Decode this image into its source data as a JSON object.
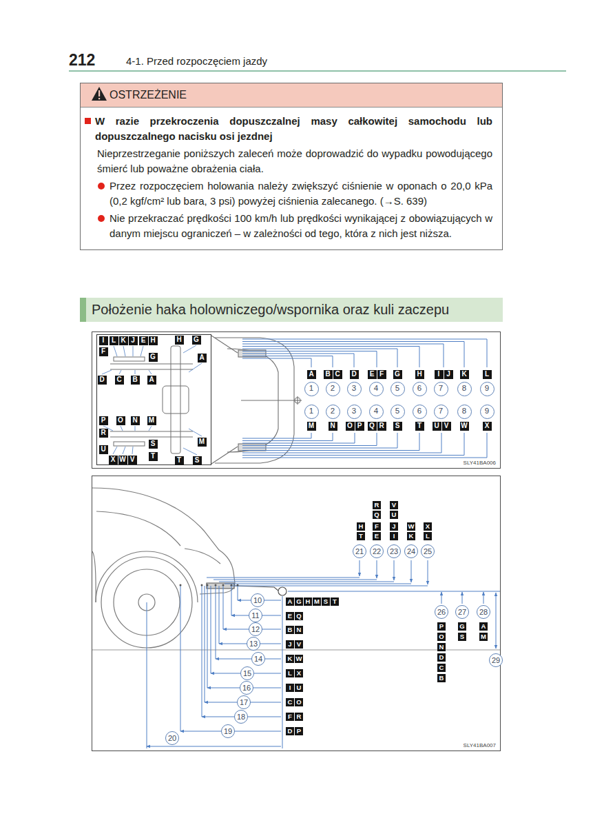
{
  "diagram": {
    "title": "Położenie haka holowniczego/wspornika oraz kuli zaczepu",
    "nodes": [
      {
        "text": [
          "OSTRZEŻENIE",
          "W razie przekroczenia dopuszczalnej masy całkowitej samochodu lub dopuszczalnego nacisku osi jezdnej",
          "Nieprzestrzeganie poniższych zaleceń może doprowadzić do wypadku powodującego śmierć lub poważne obrażenia ciała.",
          "Przez rozpoczęciem holowania należy zwiększyć ciśnienie w oponach o 20,0 kPa (0,2 kgf/cm² lub bara, 3 psi) powyżej ciśnienia zalecanego. (→S. 639)",
          "Nie przekraczać prędkości 100 km/h lub prędkości wynikającej z obowiązujących w danym miejscu ograniczeń – w zależności od tego, która z nich jest niższa."
        ]
      },
      {
        "text": [
          "SLY41BA006"
        ]
      },
      {
        "text": [
          "I"
        ],
        "in": 1
      },
      {
        "text": [
          "L"
        ],
        "in": 1
      },
      {
        "text": [
          "K"
        ],
        "in": 1
      },
      {
        "text": [
          "J"
        ],
        "in": 1
      },
      {
        "text": [
          "E"
        ],
        "in": 1
      },
      {
        "text": [
          "H"
        ],
        "in": 1
      },
      {
        "text": [
          "H"
        ],
        "in": 1
      },
      {
        "text": [
          "G"
        ],
        "in": 1
      },
      {
        "text": [
          "F"
        ],
        "in": 1
      },
      {
        "text": [
          "G"
        ],
        "in": 1
      },
      {
        "text": [
          "A"
        ],
        "in": 1
      },
      {
        "text": [
          "D"
        ],
        "in": 1
      },
      {
        "text": [
          "C"
        ],
        "in": 1
      },
      {
        "text": [
          "B"
        ],
        "in": 1
      },
      {
        "text": [
          "A"
        ],
        "in": 1
      },
      {
        "text": [
          "A"
        ],
        "in": 1
      },
      {
        "text": [
          "B"
        ],
        "in": 1
      },
      {
        "text": [
          "C"
        ],
        "in": 1
      },
      {
        "text": [
          "D"
        ],
        "in": 1
      },
      {
        "text": [
          "E"
        ],
        "in": 1
      },
      {
        "text": [
          "F"
        ],
        "in": 1
      },
      {
        "text": [
          "G"
        ],
        "in": 1
      },
      {
        "text": [
          "H"
        ],
        "in": 1
      },
      {
        "text": [
          "I"
        ],
        "in": 1
      },
      {
        "text": [
          "J"
        ],
        "in": 1
      },
      {
        "text": [
          "K"
        ],
        "in": 1
      },
      {
        "text": [
          "L"
        ],
        "in": 1
      },
      {
        "text": [
          "1"
        ],
        "in": 1
      },
      {
        "text": [
          "2"
        ],
        "in": 1
      },
      {
        "text": [
          "3"
        ],
        "in": 1
      },
      {
        "text": [
          "4"
        ],
        "in": 1
      },
      {
        "text": [
          "5"
        ],
        "in": 1
      },
      {
        "text": [
          "6"
        ],
        "in": 1
      },
      {
        "text": [
          "7"
        ],
        "in": 1
      },
      {
        "text": [
          "8"
        ],
        "in": 1
      },
      {
        "text": [
          "9"
        ],
        "in": 1
      },
      {
        "text": [
          "1"
        ],
        "in": 1
      },
      {
        "text": [
          "2"
        ],
        "in": 1
      },
      {
        "text": [
          "3"
        ],
        "in": 1
      },
      {
        "text": [
          "4"
        ],
        "in": 1
      },
      {
        "text": [
          "5"
        ],
        "in": 1
      },
      {
        "text": [
          "6"
        ],
        "in": 1
      },
      {
        "text": [
          "7"
        ],
        "in": 1
      },
      {
        "text": [
          "8"
        ],
        "in": 1
      },
      {
        "text": [
          "9"
        ],
        "in": 1
      },
      {
        "text": [
          "P"
        ],
        "in": 1
      },
      {
        "text": [
          "O"
        ],
        "in": 1
      },
      {
        "text": [
          "N"
        ],
        "in": 1
      },
      {
        "text": [
          "M"
        ],
        "in": 1
      },
      {
        "text": [
          "M"
        ],
        "in": 1
      },
      {
        "text": [
          "N"
        ],
        "in": 1
      },
      {
        "text": [
          "O"
        ],
        "in": 1
      },
      {
        "text": [
          "P"
        ],
        "in": 1
      },
      {
        "text": [
          "Q"
        ],
        "in": 1
      },
      {
        "text": [
          "R"
        ],
        "in": 1
      },
      {
        "text": [
          "S"
        ],
        "in": 1
      },
      {
        "text": [
          "T"
        ],
        "in": 1
      },
      {
        "text": [
          "U"
        ],
        "in": 1
      },
      {
        "text": [
          "V"
        ],
        "in": 1
      },
      {
        "text": [
          "W"
        ],
        "in": 1
      },
      {
        "text": [
          "X"
        ],
        "in": 1
      },
      {
        "text": [
          "R"
        ],
        "in": 1
      },
      {
        "text": [
          "M"
        ],
        "in": 1
      },
      {
        "text": [
          "S"
        ],
        "in": 1
      },
      {
        "text": [
          "U"
        ],
        "in": 1
      },
      {
        "text": [
          "T"
        ],
        "in": 1
      },
      {
        "text": [
          "X"
        ],
        "in": 1
      },
      {
        "text": [
          "W"
        ],
        "in": 1
      },
      {
        "text": [
          "V"
        ],
        "in": 1
      },
      {
        "text": [
          "T"
        ],
        "in": 1
      },
      {
        "text": [
          "S"
        ],
        "in": 1
      },
      {
        "text": [
          "SLY41BA007"
        ]
      },
      {
        "text": [
          "R"
        ],
        "in": 73
      },
      {
        "text": [
          "V"
        ],
        "in": 73
      },
      {
        "text": [
          "Q"
        ],
        "in": 73
      },
      {
        "text": [
          "U"
        ],
        "in": 73
      },
      {
        "text": [
          "H"
        ],
        "in": 73
      },
      {
        "text": [
          "F"
        ],
        "in": 73
      },
      {
        "text": [
          "J"
        ],
        "in": 73
      },
      {
        "text": [
          "W"
        ],
        "in": 73
      },
      {
        "text": [
          "X"
        ],
        "in": 73
      },
      {
        "text": [
          "T"
        ],
        "in": 73
      },
      {
        "text": [
          "E"
        ],
        "in": 73
      },
      {
        "text": [
          "I"
        ],
        "in": 73
      },
      {
        "text": [
          "K"
        ],
        "in": 73
      },
      {
        "text": [
          "L"
        ],
        "in": 73
      },
      {
        "text": [
          "21"
        ],
        "in": 73
      },
      {
        "text": [
          "22"
        ],
        "in": 73
      },
      {
        "text": [
          "23"
        ],
        "in": 73
      },
      {
        "text": [
          "24"
        ],
        "in": 73
      },
      {
        "text": [
          "25"
        ],
        "in": 73
      },
      {
        "text": [
          "10"
        ],
        "in": 73
      },
      {
        "text": [
          "A"
        ],
        "in": 73
      },
      {
        "text": [
          "G"
        ],
        "in": 73
      },
      {
        "text": [
          "H"
        ],
        "in": 73
      },
      {
        "text": [
          "M"
        ],
        "in": 73
      },
      {
        "text": [
          "S"
        ],
        "in": 73
      },
      {
        "text": [
          "T"
        ],
        "in": 73
      },
      {
        "text": [
          "26"
        ],
        "in": 73
      },
      {
        "text": [
          "27"
        ],
        "in": 73
      },
      {
        "text": [
          "28"
        ],
        "in": 73
      },
      {
        "text": [
          "11"
        ],
        "in": 73
      },
      {
        "text": [
          "E"
        ],
        "in": 73
      },
      {
        "text": [
          "Q"
        ],
        "in": 73
      },
      {
        "text": [
          "P"
        ],
        "in": 73
      },
      {
        "text": [
          "G"
        ],
        "in": 73
      },
      {
        "text": [
          "A"
        ],
        "in": 73
      },
      {
        "text": [
          "12"
        ],
        "in": 73
      },
      {
        "text": [
          "B"
        ],
        "in": 73
      },
      {
        "text": [
          "N"
        ],
        "in": 73
      },
      {
        "text": [
          "O"
        ],
        "in": 73
      },
      {
        "text": [
          "S"
        ],
        "in": 73
      },
      {
        "text": [
          "M"
        ],
        "in": 73
      },
      {
        "text": [
          "13"
        ],
        "in": 73
      },
      {
        "text": [
          "J"
        ],
        "in": 73
      },
      {
        "text": [
          "V"
        ],
        "in": 73
      },
      {
        "text": [
          "N"
        ],
        "in": 73
      },
      {
        "text": [
          "D"
        ],
        "in": 73
      },
      {
        "text": [
          "14"
        ],
        "in": 73
      },
      {
        "text": [
          "K"
        ],
        "in": 73
      },
      {
        "text": [
          "W"
        ],
        "in": 73
      },
      {
        "text": [
          "29"
        ],
        "in": 73
      },
      {
        "text": [
          "C"
        ],
        "in": 73
      },
      {
        "text": [
          "15"
        ],
        "in": 73
      },
      {
        "text": [
          "L"
        ],
        "in": 73
      },
      {
        "text": [
          "X"
        ],
        "in": 73
      },
      {
        "text": [
          "B"
        ],
        "in": 73
      },
      {
        "text": [
          "16"
        ],
        "in": 73
      },
      {
        "text": [
          "I"
        ],
        "in": 73
      },
      {
        "text": [
          "U"
        ],
        "in": 73
      },
      {
        "text": [
          "17"
        ],
        "in": 73
      },
      {
        "text": [
          "C"
        ],
        "in": 73
      },
      {
        "text": [
          "O"
        ],
        "in": 73
      },
      {
        "text": [
          "18"
        ],
        "in": 73
      },
      {
        "text": [
          "F"
        ],
        "in": 73
      },
      {
        "text": [
          "R"
        ],
        "in": 73
      },
      {
        "text": [
          "19"
        ],
        "in": 73
      },
      {
        "text": [
          "D"
        ],
        "in": 73
      },
      {
        "text": [
          "P"
        ],
        "in": 73
      },
      {
        "text": [
          "20"
        ],
        "in": 73
      }
    ],
    "labels": [
      "212",
      "4-1. Przed rozpoczęciem jazdy"
    ]
  }
}
